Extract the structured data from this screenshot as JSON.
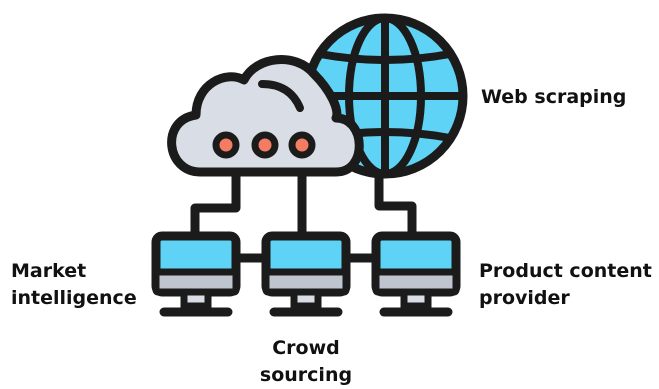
{
  "colors": {
    "outline": "#1b1b1b",
    "globe": "#5ed3f5",
    "cloud": "#d9dde5",
    "cloud_dots": "#f47c62",
    "screen": "#5ed3f5",
    "stand": "#d9dde5",
    "screen_bezel": "#bfc5cf"
  },
  "icons": [
    "globe-icon",
    "cloud-icon",
    "monitor-icon"
  ],
  "labels": {
    "web_scraping": [
      "Web scraping"
    ],
    "market_intelligence": [
      "Market",
      "intelligence"
    ],
    "crowd_sourcing": [
      "Crowd",
      "sourcing"
    ],
    "product_content_provider": [
      "Product content",
      "provider"
    ]
  }
}
